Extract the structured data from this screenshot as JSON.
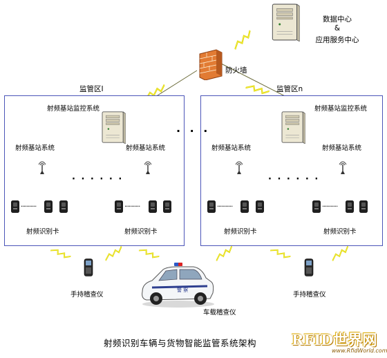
{
  "nodes": {
    "data_center_line1": "数据中心",
    "data_center_line2": "&",
    "data_center_line3": "应用服务中心",
    "firewall": "防火墙",
    "zone1_title": "监管区Ⅰ",
    "zone_n_title": "监管区n",
    "monitor_system": "射频基站监控系统",
    "base_station_system": "射频基站系统",
    "rfid_card": "射频识别卡",
    "handheld_checker": "手持稽查仪",
    "vehicle_checker": "车载稽查仪",
    "zone_gap_dots": "· · ·",
    "station_gap_dots": "· · · · · ·",
    "card_gap_dots": "···········"
  },
  "caption": "射频识别车辆与货物智能监管系统架构",
  "watermark": {
    "main": "RFID世界网",
    "sub": "www.RfidWorld.com.cn"
  },
  "colors": {
    "zone_border": "#4a54b8",
    "wireless_bolt": "#e8e000",
    "firewall": "#e07a2e",
    "server": "#e9e4cf"
  }
}
